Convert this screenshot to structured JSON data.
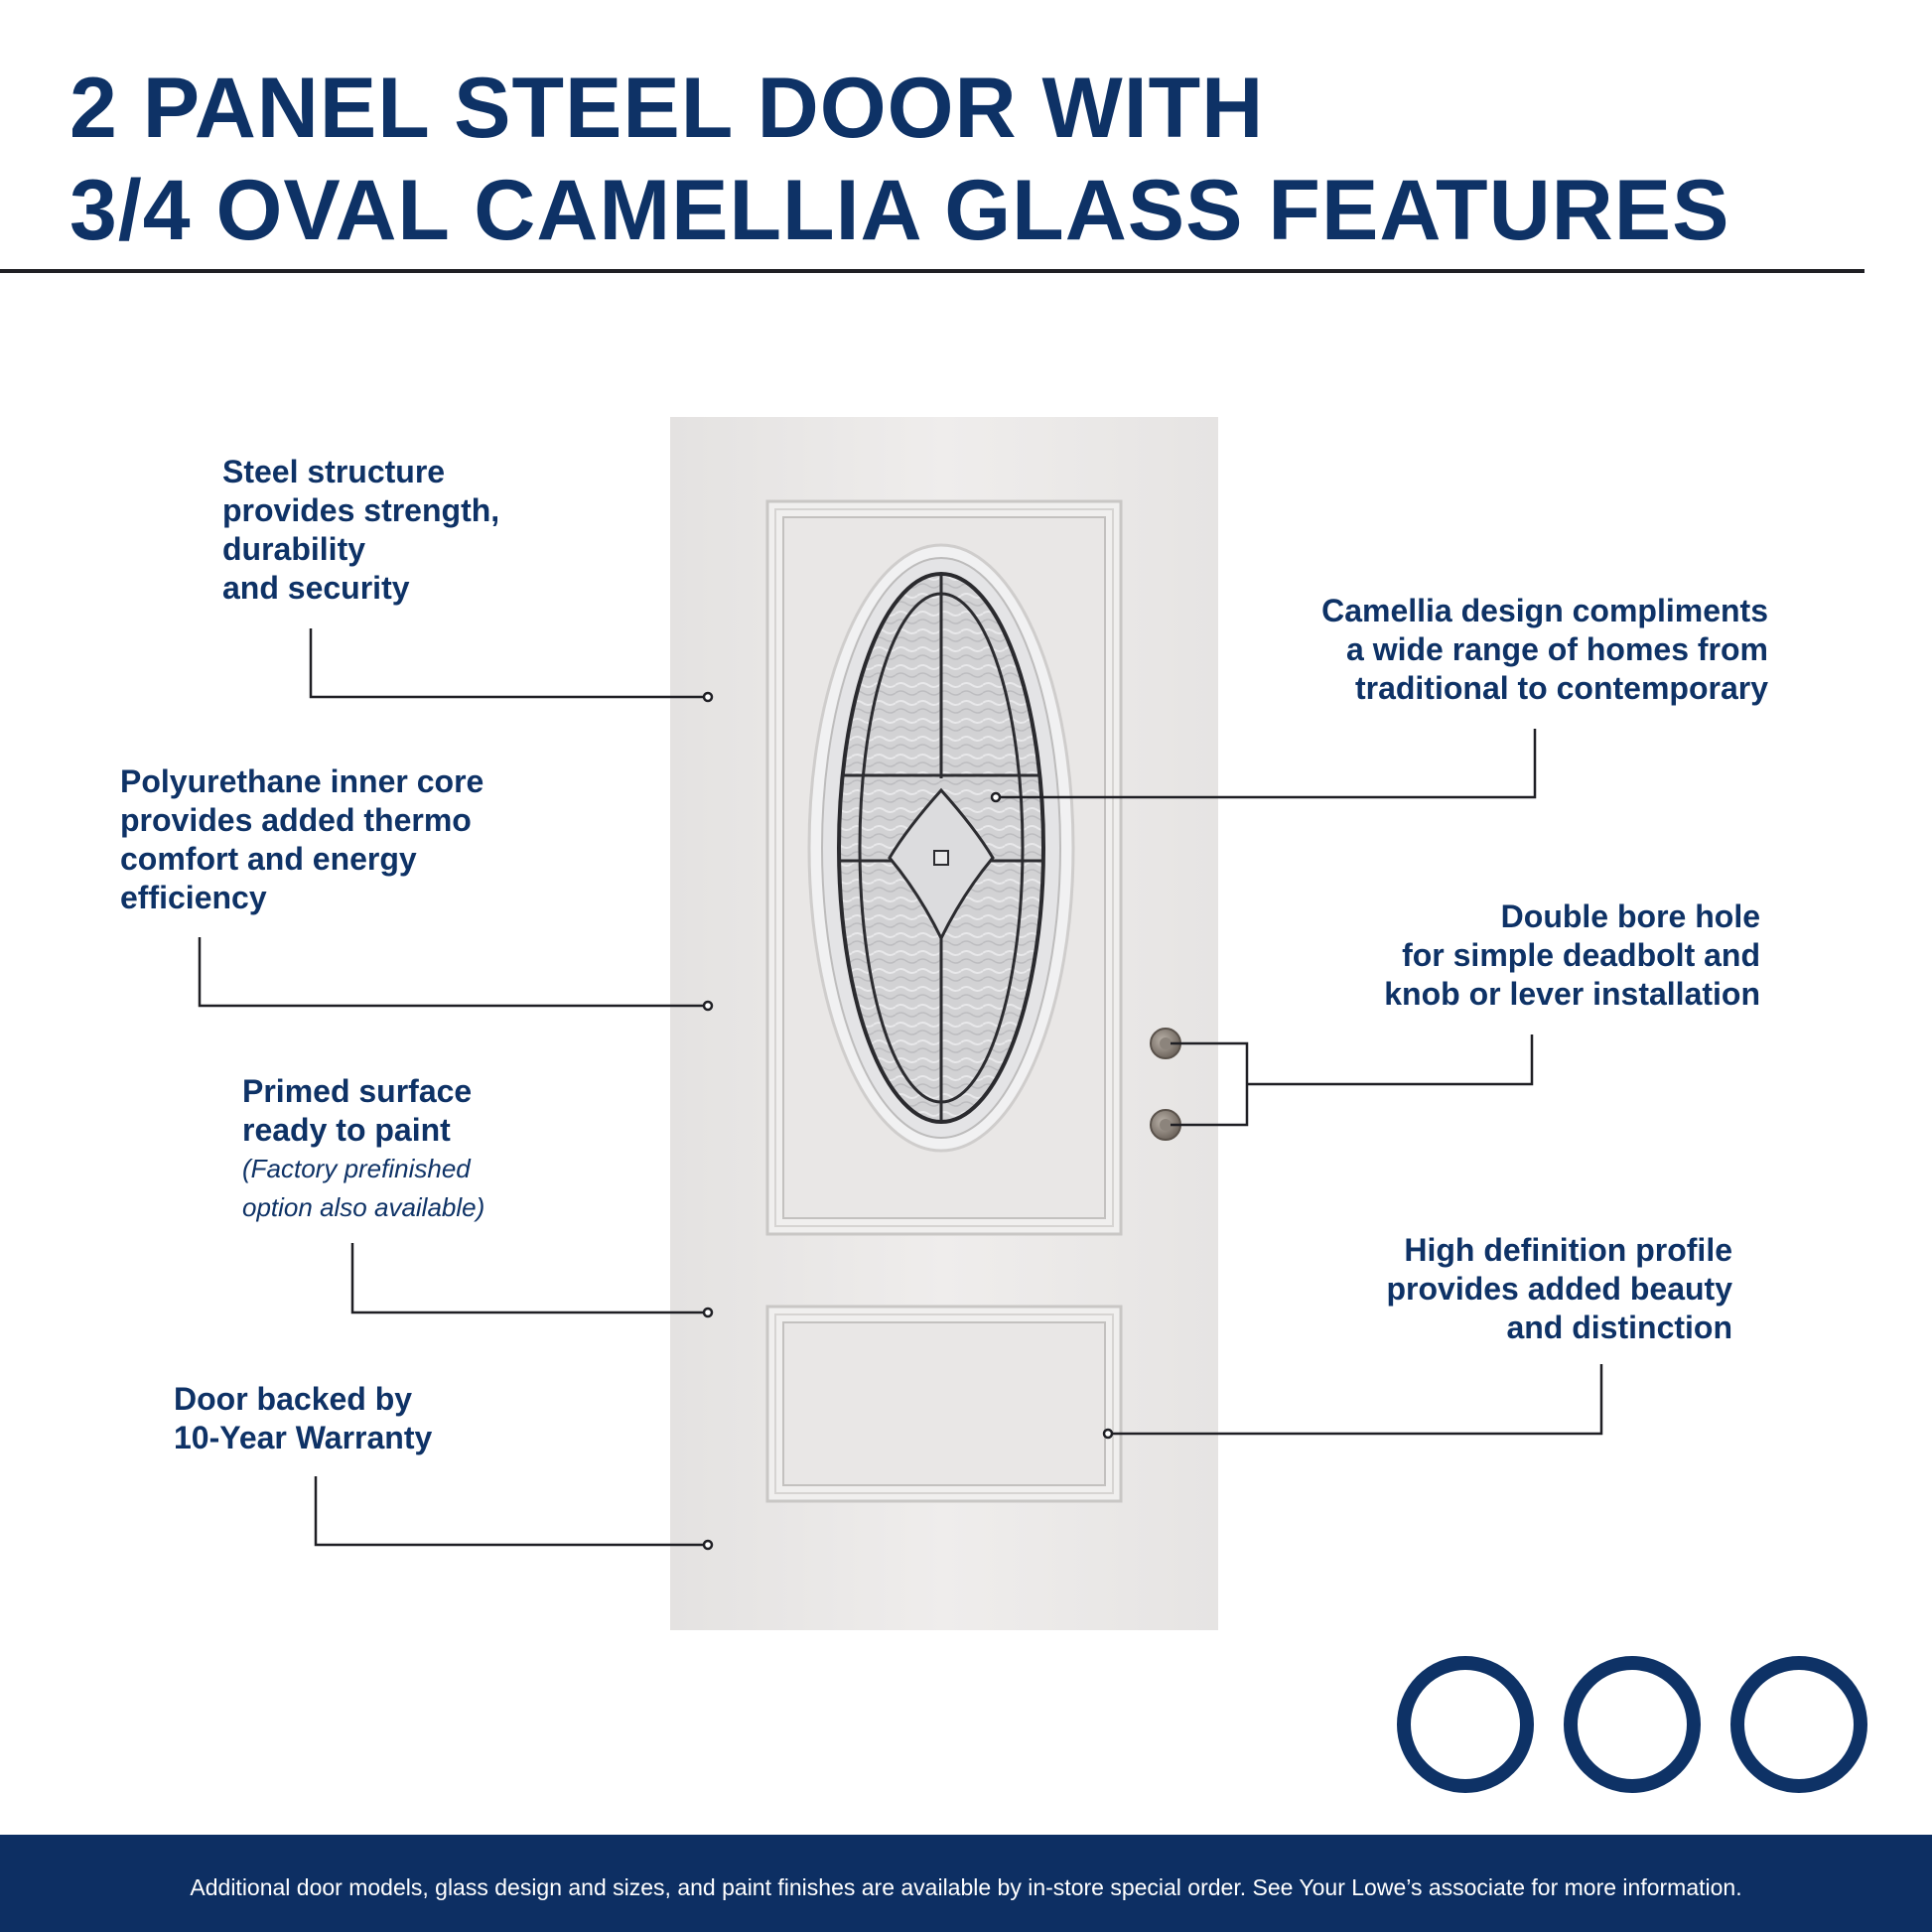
{
  "header": {
    "title_line1": "2 PANEL STEEL DOOR WITH",
    "title_line2": "3/4 OVAL CAMELLIA GLASS FEATURES"
  },
  "features": {
    "steel": {
      "lines": [
        "Steel structure",
        "provides strength,",
        "durability",
        "and security"
      ]
    },
    "core": {
      "lines": [
        "Polyurethane inner core",
        "provides added thermo",
        "comfort and energy",
        "efficiency"
      ]
    },
    "primed": {
      "lines": [
        "Primed surface",
        "ready to paint"
      ],
      "note_lines": [
        "(Factory prefinished",
        "option also available)"
      ]
    },
    "warranty": {
      "lines": [
        "Door backed by",
        "10-Year Warranty"
      ]
    },
    "camellia": {
      "lines": [
        "Camellia design compliments",
        "a wide range of homes from",
        "traditional to contemporary"
      ]
    },
    "bore": {
      "lines": [
        "Double bore hole",
        "for simple deadbolt and",
        "knob or lever installation"
      ]
    },
    "profile": {
      "lines": [
        "High definition profile",
        "provides added beauty",
        "and distinction"
      ]
    }
  },
  "footer": {
    "text": "Additional door models, glass design and sizes, and paint finishes are available by in-store special order. See Your Lowe’s associate for more information."
  },
  "colors": {
    "brand_navy": "#0e3266",
    "footer_navy": "#0d2f63",
    "door_white": "#ebe9e8",
    "leader_line": "#1f1f24"
  },
  "icons": {
    "logo": "three-circles-logo",
    "deadbolt": "deadbolt-bore-icon",
    "knob": "knob-bore-icon"
  }
}
